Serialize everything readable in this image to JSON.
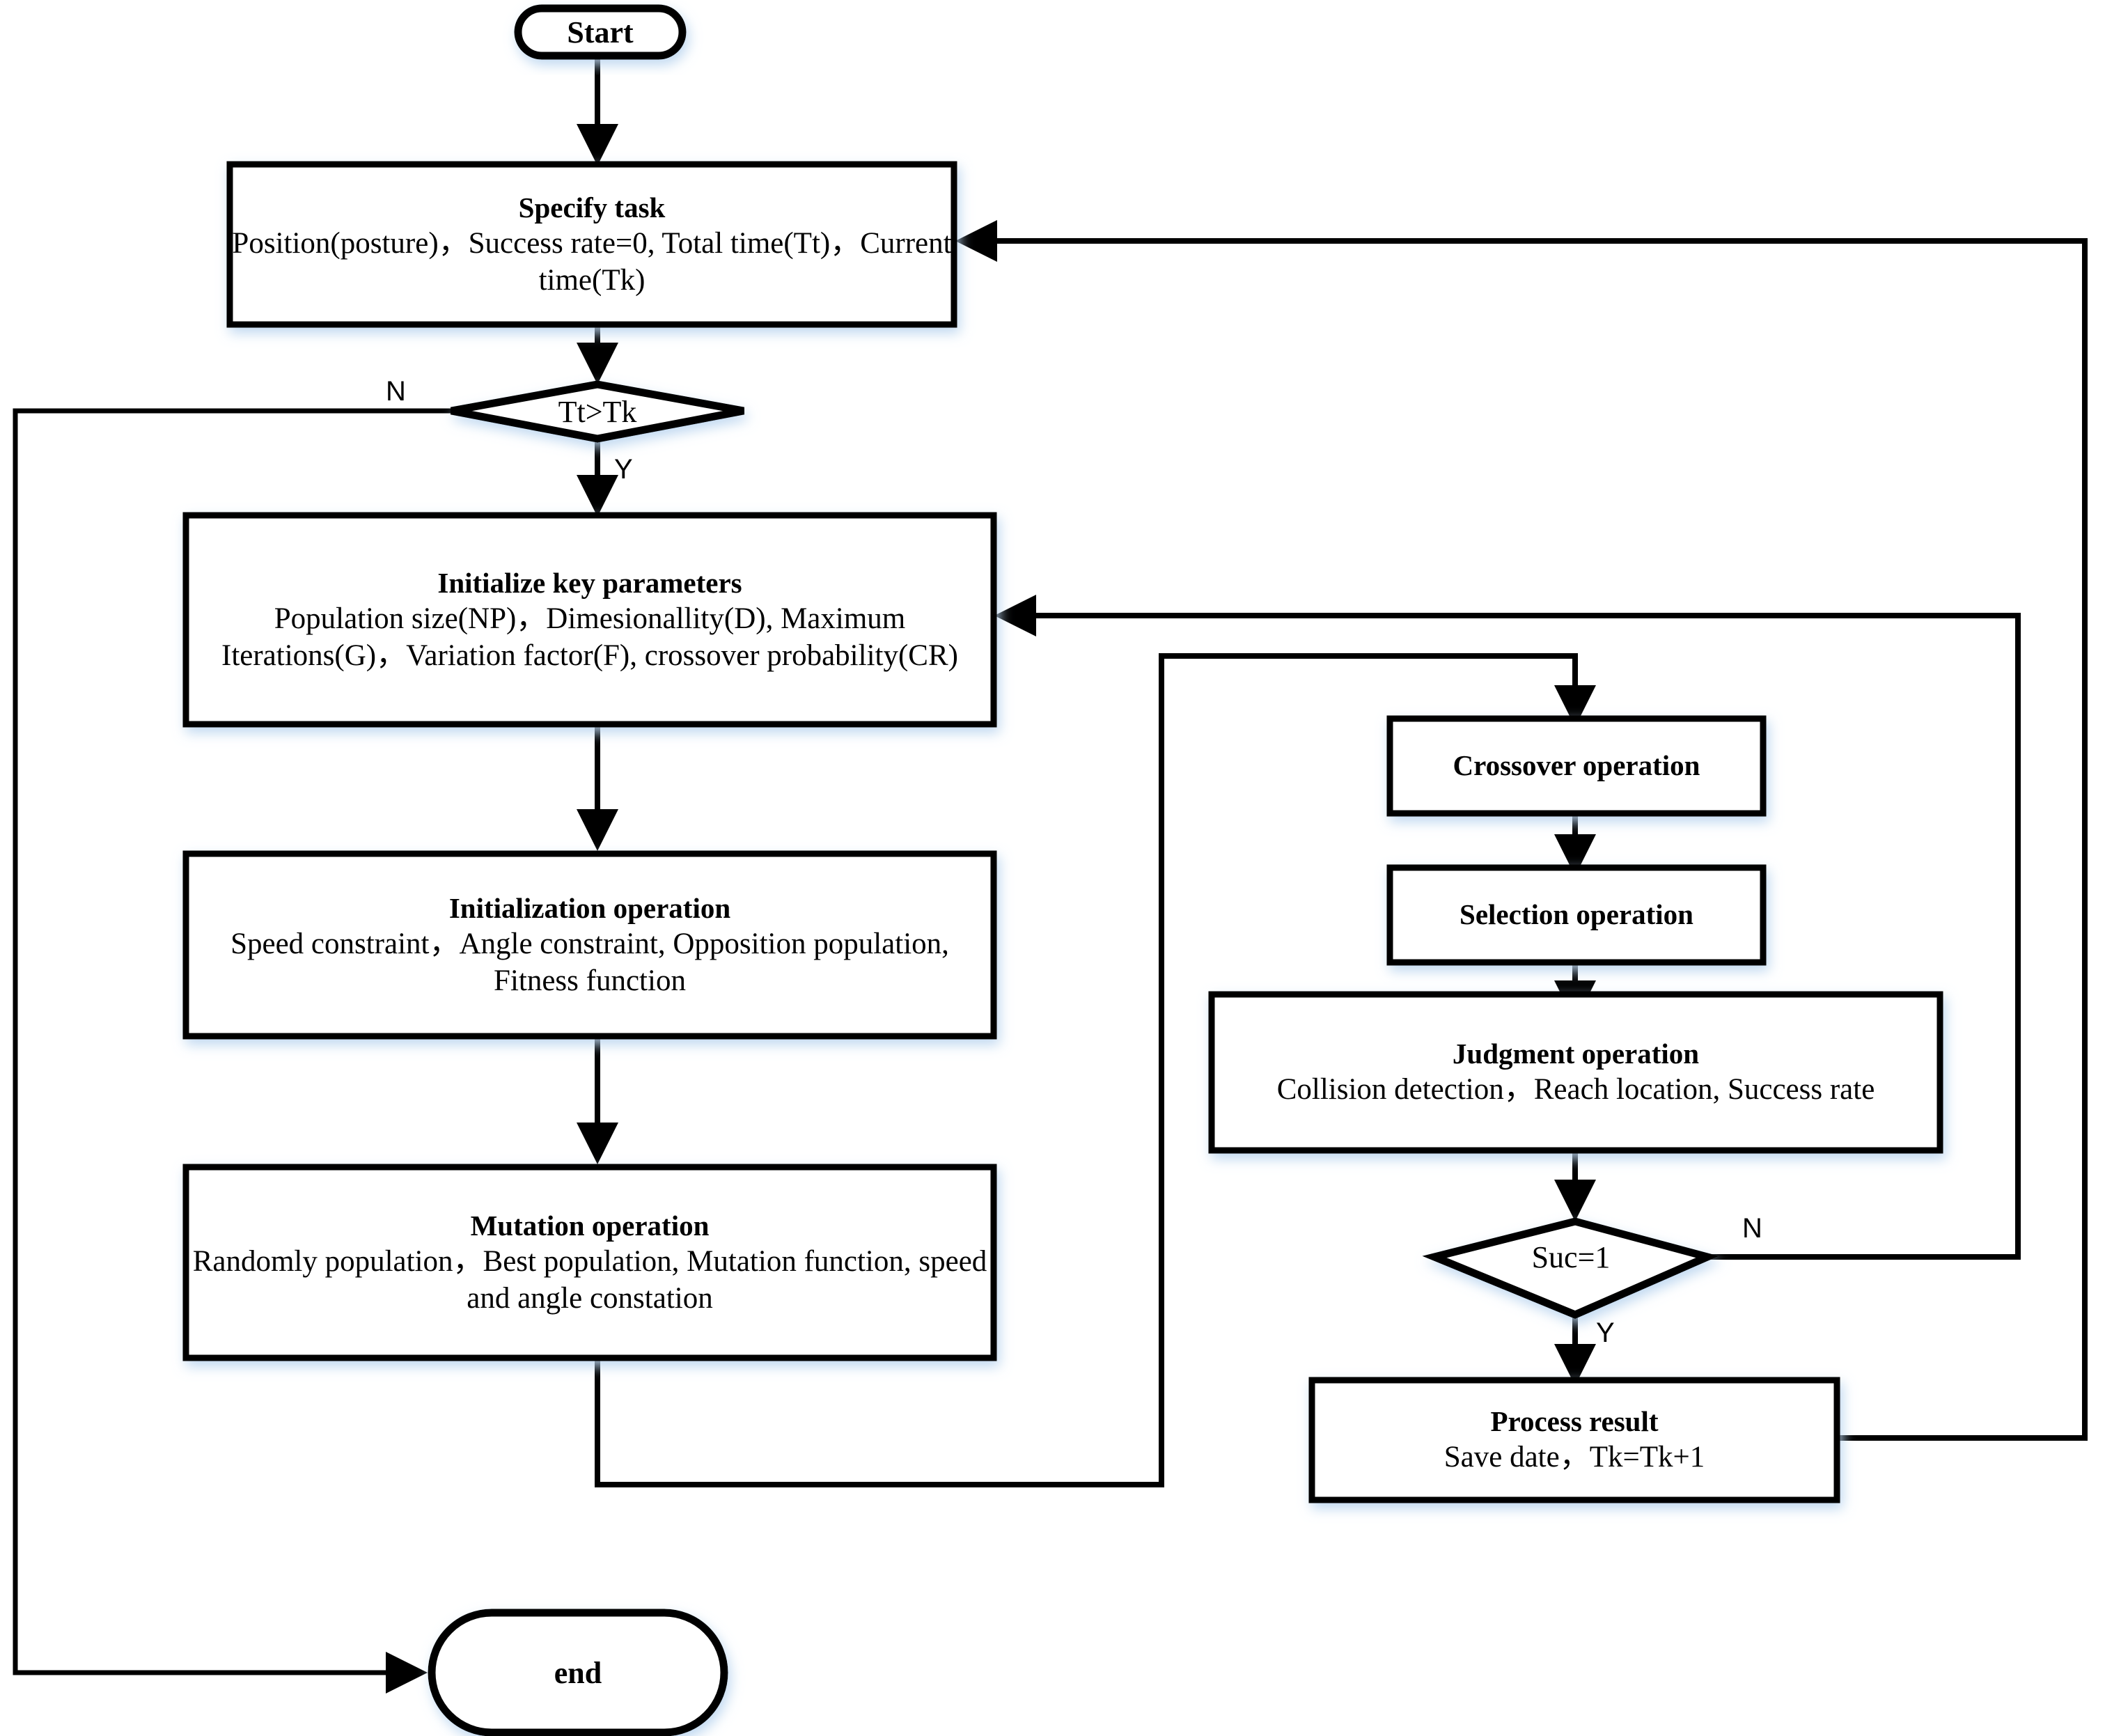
{
  "diagram": {
    "type": "flowchart",
    "nodes": {
      "start": {
        "shape": "terminator",
        "label": "Start"
      },
      "specify_task": {
        "shape": "process",
        "title": "Specify task",
        "body": "Position(posture)，Success rate=0,\nTotal time(Tt)，Current time(Tk)"
      },
      "decision_time": {
        "shape": "decision",
        "label": "Tt>Tk"
      },
      "init_params": {
        "shape": "process",
        "title": "Initialize key parameters",
        "body": "Population size(NP)，Dimesionallity(D),\nMaximum Iterations(G)，Variation factor(F),\ncrossover probability(CR)"
      },
      "init_op": {
        "shape": "process",
        "title": "Initialization operation",
        "body": "Speed constraint，Angle constraint,\nOpposition population, Fitness function"
      },
      "mutation_op": {
        "shape": "process",
        "title": "Mutation operation",
        "body": "Randomly population，Best population,\nMutation function, speed and angle constation"
      },
      "crossover_op": {
        "shape": "process",
        "title": "Crossover operation",
        "body": ""
      },
      "selection_op": {
        "shape": "process",
        "title": "Selection operation",
        "body": ""
      },
      "judgment_op": {
        "shape": "process",
        "title": "Judgment operation",
        "body": "Collision detection，Reach location,\nSuccess rate"
      },
      "decision_suc": {
        "shape": "decision",
        "label": "Suc=1"
      },
      "process_result": {
        "shape": "process",
        "title": "Process result",
        "body": "Save date，Tk=Tk+1"
      },
      "end": {
        "shape": "terminator",
        "label": "end"
      }
    },
    "edge_labels": {
      "time_no": "N",
      "time_yes": "Y",
      "suc_no": "N",
      "suc_yes": "Y"
    },
    "colors": {
      "line": "#000000",
      "fill": "#ffffff",
      "shadow": "#dce9f7"
    }
  }
}
